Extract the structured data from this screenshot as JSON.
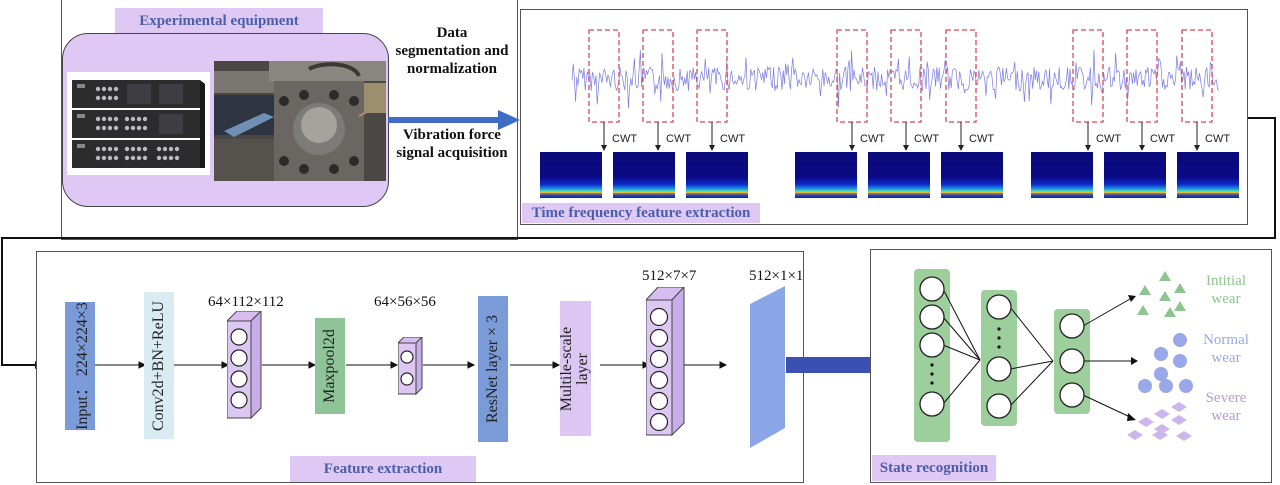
{
  "panels": {
    "equipment": {
      "title": "Experimental equipment",
      "photo_left": "Data acquisition instrument (stacked units)",
      "photo_right": "Lathe tool holder with force sensor"
    },
    "arrow": {
      "line1": "Data",
      "line2": "segmentation and",
      "line3": "normalization",
      "line4": "Vibration force",
      "line5": "signal acquisition"
    },
    "time_freq": {
      "title": "Time frequency feature extraction",
      "transform_label": "CWT",
      "segment_count": 9
    },
    "feature": {
      "title": "Feature extraction",
      "blocks": {
        "input": "Input： 224×224×3",
        "conv": "Conv2d+BN+ReLU",
        "maxpool": "Maxpool2d",
        "resnet": "ResNet layer × 3",
        "multiscale_line1": "Multile-scale",
        "multiscale_line2": "layer"
      },
      "dims": {
        "d1": "64×112×112",
        "d2": "64×56×56",
        "d3": "512×7×7",
        "d4": "512×1×1"
      }
    },
    "state": {
      "title": "State recognition",
      "classes": [
        {
          "line1": "Intitial",
          "line2": "wear",
          "color": "#8dc48f"
        },
        {
          "line1": "Normal",
          "line2": "wear",
          "color": "#9aa8ea"
        },
        {
          "line1": "Severe",
          "line2": "wear",
          "color": "#b39bd6"
        }
      ]
    }
  },
  "colors": {
    "lavender": "#e0c8f5",
    "title_blue": "#4a5fa8",
    "input_blue": "#7a9ad8",
    "conv_lightblue": "#d8ecf2",
    "maxpool_green": "#8ec497",
    "resnet_blue": "#7a9ad8",
    "multiscale_lavender": "#dcc6f2",
    "fc_blue": "#8aa6e6",
    "big_arrow": "#3c4fb2",
    "node_green": "#9ccf9c"
  }
}
